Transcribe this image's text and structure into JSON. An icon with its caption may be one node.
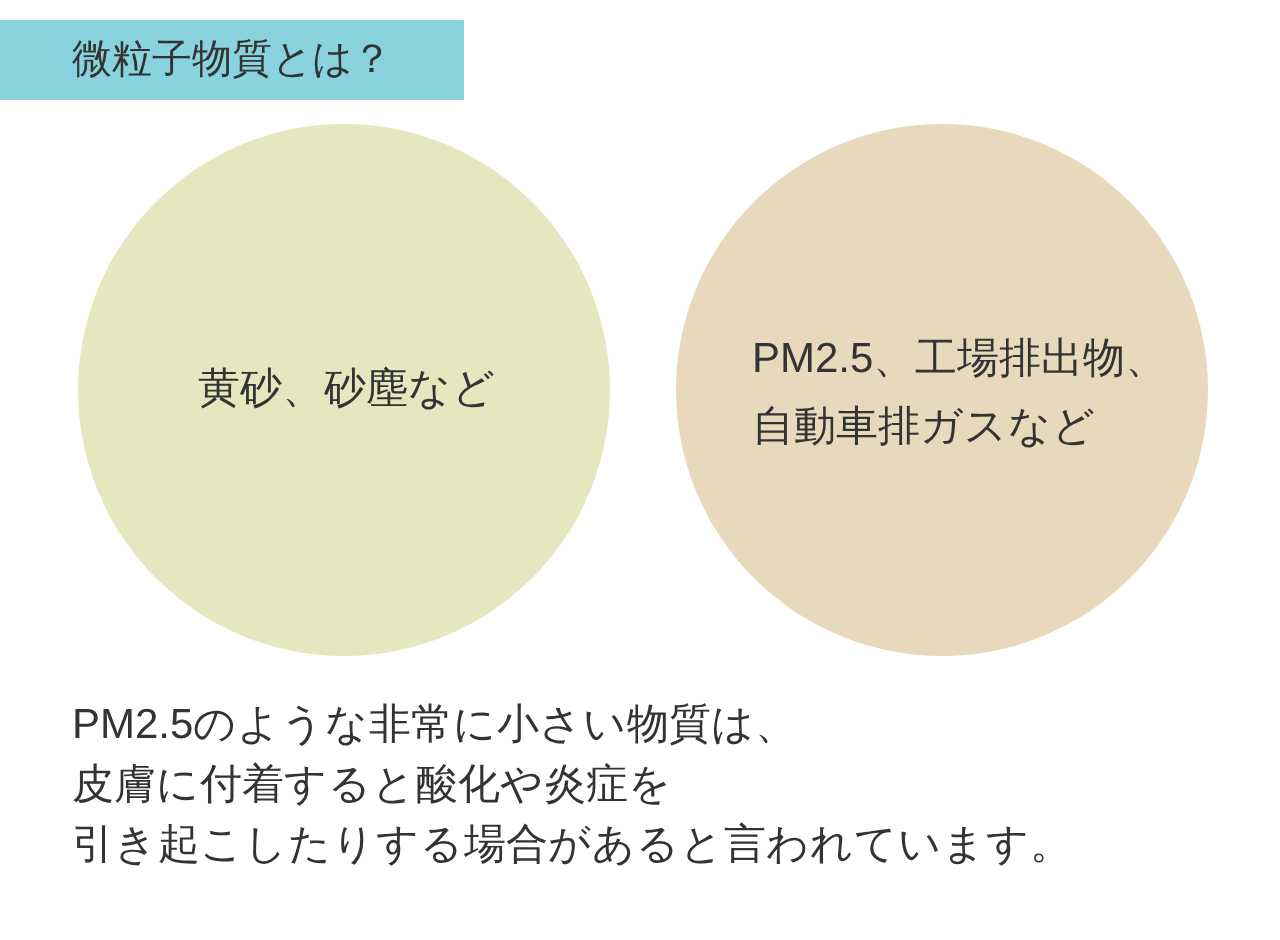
{
  "diagram": {
    "title": "微粒子物質とは？",
    "nodes": [
      {
        "text": [
          "黄砂、砂塵など"
        ]
      },
      {
        "text": [
          "PM2.5、工場排出物、自動車排ガスなど"
        ]
      }
    ],
    "labels": [
      "PM2.5のような非常に小さい物質は、皮膚に付着すると酸化や炎症を引き起こしたりする場合があると言われています。"
    ]
  }
}
